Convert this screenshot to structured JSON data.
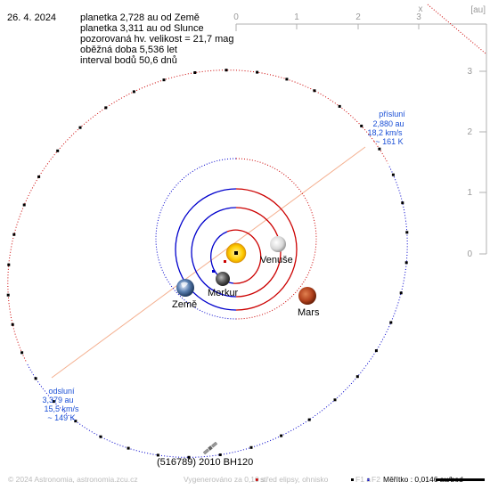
{
  "header": {
    "date": "26. 4. 2024",
    "info_lines": [
      "planetka 2,728 au od Země",
      "planetka 3,311 au od Slunce",
      "pozorovaná hv. velikost = 21,7 mag",
      "oběžná doba 5,536 let",
      "interval bodů 50,6 dnů"
    ]
  },
  "axes": {
    "x_ticks": [
      "0",
      "1",
      "2",
      "3"
    ],
    "x_label": "x",
    "y_ticks": [
      "3",
      "2",
      "1",
      "0"
    ],
    "unit": "[au]"
  },
  "bodies": {
    "venus": "Venuše",
    "mercury": "Merkur",
    "earth": "Země",
    "mars": "Mars"
  },
  "perihelion": {
    "title": "přísluní",
    "distance": "2,880 au",
    "speed": "18,2 km/s",
    "temperature": "~ 161 K"
  },
  "aphelion": {
    "title": "odsluní",
    "distance": "3,379 au",
    "speed": "15,5 km/s",
    "temperature": "~ 149 K"
  },
  "asteroid": {
    "name": "(516789) 2010 BH120"
  },
  "footer": {
    "copyright": "© 2024 Astronomia, astronomia.zcu.cz",
    "generated": "Vygenerováno za 0,10 s",
    "legend_center": "střed elipsy, ohnisko",
    "legend_f1": "F1 a",
    "legend_f2": "F2",
    "scale": "Měřítko : 0,0146 au/bod"
  },
  "colors": {
    "above_ecliptic": "#cc0000",
    "below_ecliptic": "#0000cc",
    "apsis_line": "#f4b090",
    "apsis_text": "#1a4fd6",
    "axis_gray": "#b0b0b0"
  }
}
